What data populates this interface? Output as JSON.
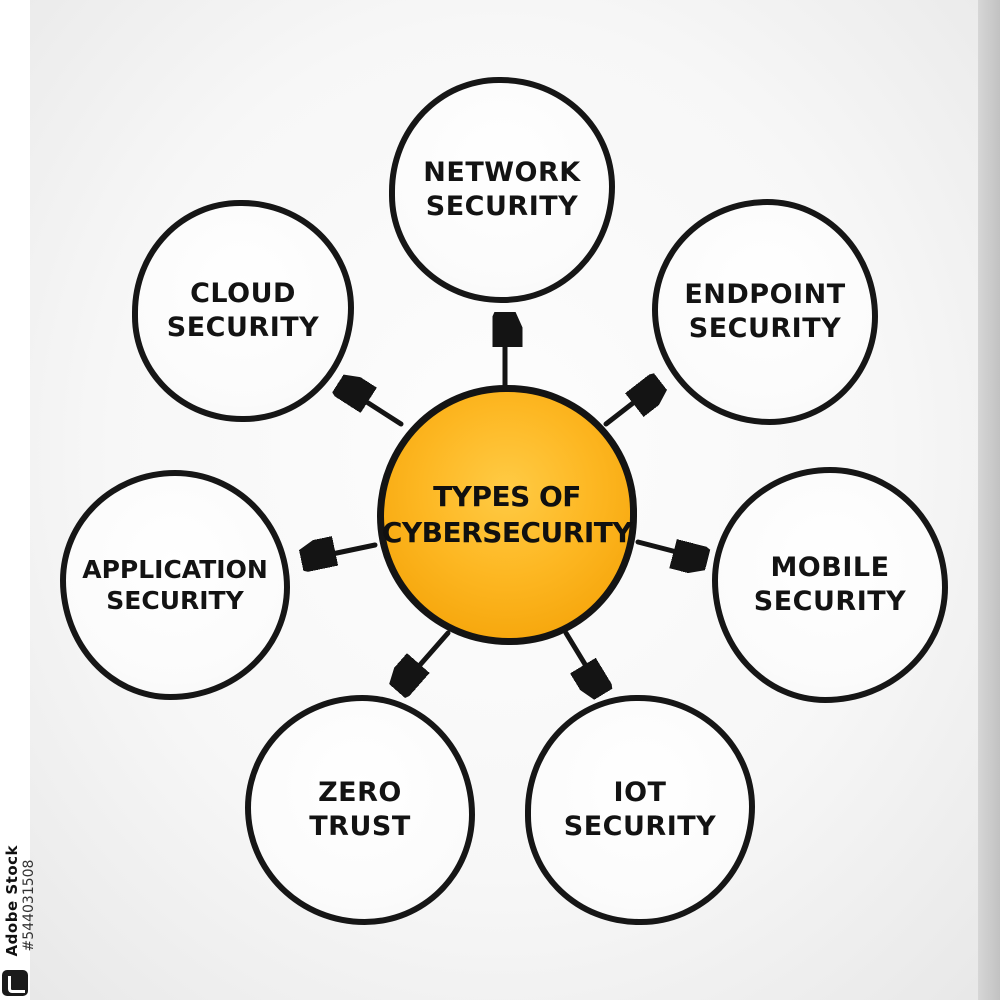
{
  "center": {
    "label": "TYPES OF\nCYBERSECURITY"
  },
  "nodes": [
    {
      "id": "network-security",
      "label": "NETWORK\nSECURITY"
    },
    {
      "id": "endpoint-security",
      "label": "ENDPOINT\nSECURITY"
    },
    {
      "id": "mobile-security",
      "label": "MOBILE\nSECURITY"
    },
    {
      "id": "iot-security",
      "label": "IOT\nSECURITY"
    },
    {
      "id": "zero-trust",
      "label": "ZERO\nTRUST"
    },
    {
      "id": "application-security",
      "label": "APPLICATION\nSECURITY"
    },
    {
      "id": "cloud-security",
      "label": "CLOUD\nSECURITY"
    }
  ],
  "watermark": {
    "brand": "Adobe Stock",
    "id": "#544031508"
  },
  "colors": {
    "center_fill_inner": "#ffcb45",
    "center_fill_outer": "#f29d00",
    "stroke": "#141414",
    "node_fill": "#fbfbfb",
    "background_edge": "#e7e7e7",
    "right_strip": "#c2c2c2"
  }
}
